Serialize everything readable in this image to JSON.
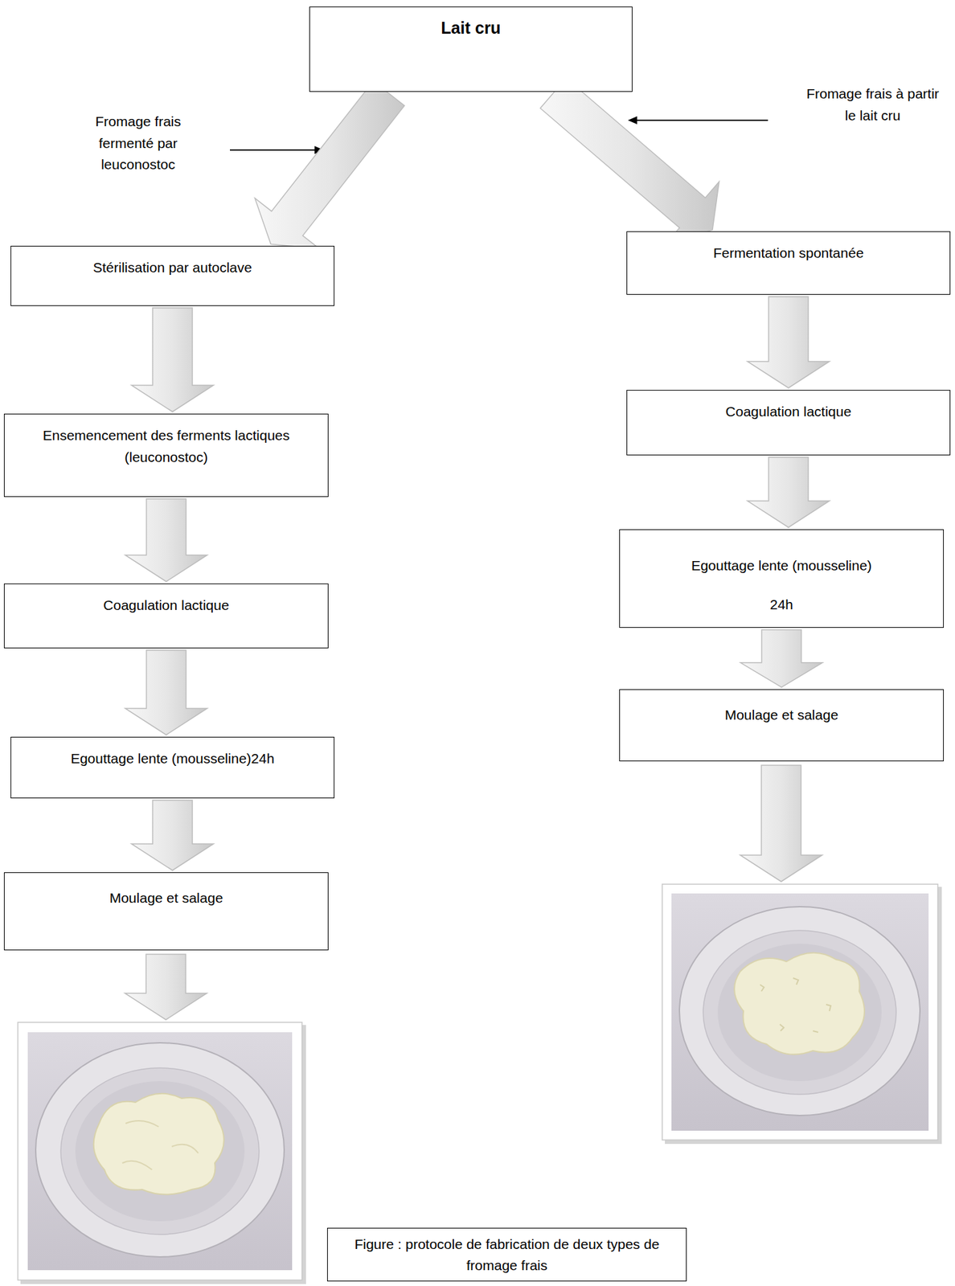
{
  "diagram": {
    "caption": "Figure : protocole de fabrication de deux types de fromage frais",
    "nodes": [
      {
        "text": [
          "Lait cru"
        ]
      },
      {
        "text": [
          "Stérilisation par autoclave"
        ]
      },
      {
        "text": [
          "Ensemencement des ferments lactiques (leuconostoc)"
        ]
      },
      {
        "text": [
          "Coagulation lactique"
        ]
      },
      {
        "text": [
          "Egouttage lente (mousseline)24h"
        ]
      },
      {
        "text": [
          "Moulage et salage"
        ]
      },
      {
        "text": [
          "Fermentation spontanée"
        ]
      },
      {
        "text": [
          "Coagulation lactique"
        ]
      },
      {
        "text": [
          "Egouttage lente (mousseline)",
          "24h"
        ]
      },
      {
        "text": [
          "Moulage et salage"
        ]
      }
    ],
    "edges": [
      {
        "from": 0,
        "to": 1,
        "arrow": "to"
      },
      {
        "from": 1,
        "to": 2,
        "arrow": "to"
      },
      {
        "from": 2,
        "to": 3,
        "arrow": "to"
      },
      {
        "from": 3,
        "to": 4,
        "arrow": "to"
      },
      {
        "from": 4,
        "to": 5,
        "arrow": "to"
      },
      {
        "from": 0,
        "to": 6,
        "arrow": "to"
      },
      {
        "from": 6,
        "to": 7,
        "arrow": "to"
      },
      {
        "from": 7,
        "to": 8,
        "arrow": "to"
      },
      {
        "from": 8,
        "to": 9,
        "arrow": "to"
      }
    ],
    "labels": [
      "Fromage frais fermenté par leuconostoc",
      "Fromage frais à partir le lait cru"
    ]
  }
}
